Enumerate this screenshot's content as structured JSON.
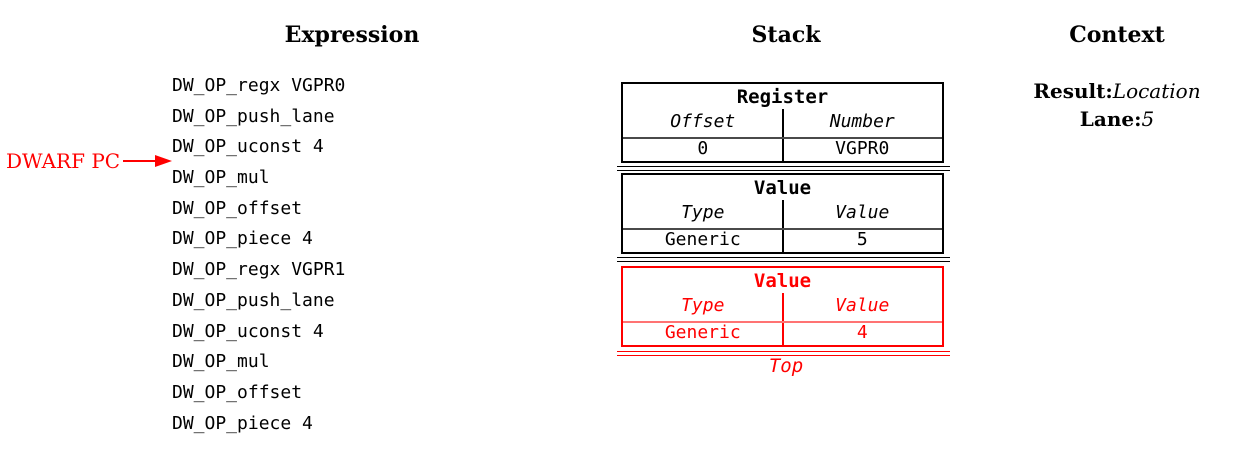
{
  "colors": {
    "accent_red": "#ff0000",
    "text": "#000000",
    "table_border": "#000000",
    "table_inner_line": "#4a4a4a",
    "red_inner_line": "#ff7373"
  },
  "annotation": {
    "label": "DWARF PC",
    "arrow_icon": "right-arrow"
  },
  "expression": {
    "title": "Expression",
    "items": [
      "DW_OP_regx VGPR0",
      "DW_OP_push_lane",
      "DW_OP_uconst 4",
      "DW_OP_mul",
      "DW_OP_offset",
      "DW_OP_piece 4",
      "DW_OP_regx VGPR1",
      "DW_OP_push_lane",
      "DW_OP_uconst 4",
      "DW_OP_mul",
      "DW_OP_offset",
      "DW_OP_piece 4"
    ]
  },
  "stack": {
    "title": "Stack",
    "top_label": "Top",
    "entries": [
      {
        "title": "Register",
        "col1": "Offset",
        "col2": "Number",
        "val1": "0",
        "val2": "VGPR0",
        "highlighted": false
      },
      {
        "title": "Value",
        "col1": "Type",
        "col2": "Value",
        "val1": "Generic",
        "val2": "5",
        "highlighted": false
      },
      {
        "title": "Value",
        "col1": "Type",
        "col2": "Value",
        "val1": "Generic",
        "val2": "4",
        "highlighted": true
      }
    ]
  },
  "context": {
    "title": "Context",
    "result_label": "Result:",
    "result_value": "Location",
    "lane_label": "Lane:",
    "lane_value": "5"
  }
}
